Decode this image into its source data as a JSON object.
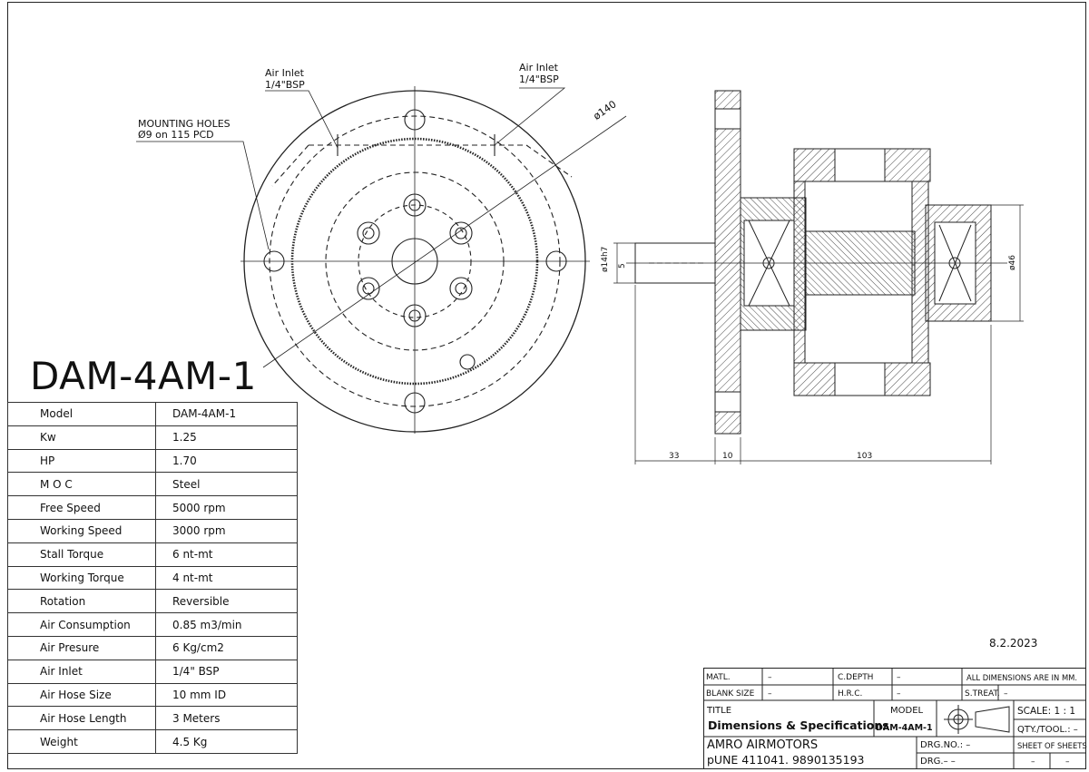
{
  "title": "DAM-4AM-1",
  "date": "8.2.2023",
  "callouts": {
    "mounting_holes_1": "MOUNTING HOLES",
    "mounting_holes_2": "Ø9 on 115 PCD",
    "air_inlet_left_1": "Air Inlet",
    "air_inlet_left_2": "1/4\"BSP",
    "air_inlet_right_1": "Air Inlet",
    "air_inlet_right_2": "1/4\"BSP",
    "dia_140": "ø140",
    "dia_14h7": "ø14h7",
    "key_5": "5",
    "dia_46": "ø46",
    "dim_33": "33",
    "dim_10": "10",
    "dim_103": "103"
  },
  "specs": [
    {
      "label": "Model",
      "value": "DAM-4AM-1"
    },
    {
      "label": "Kw",
      "value": "1.25"
    },
    {
      "label": "HP",
      "value": "1.70"
    },
    {
      "label": "M O C",
      "value": "Steel"
    },
    {
      "label": "Free Speed",
      "value": "5000 rpm"
    },
    {
      "label": "Working Speed",
      "value": "3000 rpm"
    },
    {
      "label": "Stall Torque",
      "value": "6 nt-mt"
    },
    {
      "label": "Working Torque",
      "value": "4 nt-mt"
    },
    {
      "label": "Rotation",
      "value": "Reversible"
    },
    {
      "label": "Air Consumption",
      "value": "0.85 m3/min"
    },
    {
      "label": "Air Presure",
      "value": "6 Kg/cm2"
    },
    {
      "label": "Air Inlet",
      "value": "1/4\" BSP"
    },
    {
      "label": "Air Hose Size",
      "value": "10 mm ID"
    },
    {
      "label": "Air Hose Length",
      "value": "3 Meters"
    },
    {
      "label": "Weight",
      "value": "4.5 Kg"
    }
  ],
  "title_block": {
    "matl": "MATL.",
    "matl_val": "–",
    "cdepth": "C.DEPTH",
    "cdepth_val": "–",
    "all_dims": "ALL DIMENSIONS ARE IN MM.",
    "blank_size": "BLANK SIZE",
    "blank_size_val": "–",
    "hrc": "H.R.C.",
    "hrc_val": "–",
    "streat": "S.TREAT.",
    "streat_val": "–",
    "title_label": "TITLE",
    "title_value": "Dimensions & Specifications",
    "model_label": "MODEL",
    "model_value": "DAM-4AM-1",
    "scale": "SCALE: 1 : 1",
    "qty": "QTY./TOOL.: –",
    "company": "AMRO AIRMOTORS",
    "address": "pUNE 411041. 9890135193",
    "drg_no": "DRG.NO.: –",
    "drg": "DRG.– –",
    "sheet_of_sheets": "SHEET OF SHEETS",
    "sheet_val": "–",
    "sheets_val": "–"
  }
}
